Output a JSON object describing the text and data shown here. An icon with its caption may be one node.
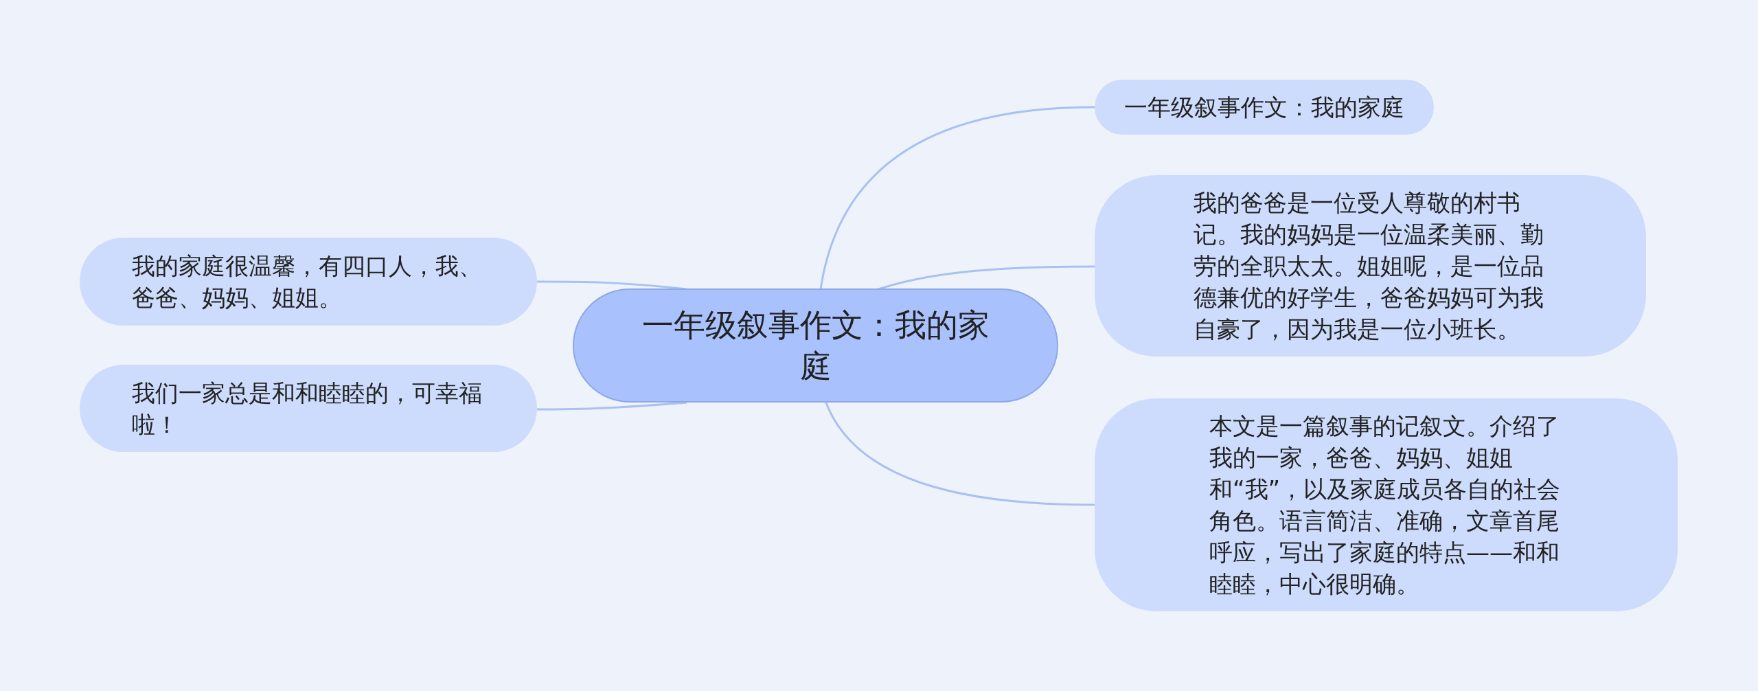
{
  "diagram": {
    "nodes": [
      {
        "text": [
          "一年级叙事作文：我的家庭"
        ]
      },
      {
        "text": [
          "一年级叙事作文：我的家庭"
        ]
      },
      {
        "text": [
          "我的爸爸是一位受人尊敬的村书记。我的妈妈是一位温柔美丽、勤劳的全职太太。姐姐呢，是一位品德兼优的好学生，爸爸妈妈可为我自豪了，因为我是一位小班长。"
        ]
      },
      {
        "text": [
          "本文是一篇叙事的记叙文。介绍了我的一家，爸爸、妈妈、姐姐和“我”，以及家庭成员各自的社会角色。语言简洁、准确，文章首尾呼应，写出了家庭的特点——和和睦睦，中心很明确。"
        ]
      },
      {
        "text": [
          "我的家庭很温馨，有四口人，我、爸爸、妈妈、姐姐。"
        ]
      },
      {
        "text": [
          "我们一家总是和和睦睦的，可幸福啦！"
        ]
      }
    ],
    "edges": [
      {
        "from": 0,
        "to": 1,
        "arrow": "none"
      },
      {
        "from": 0,
        "to": 2,
        "arrow": "none"
      },
      {
        "from": 0,
        "to": 3,
        "arrow": "none"
      },
      {
        "from": 0,
        "to": 4,
        "arrow": "none"
      },
      {
        "from": 0,
        "to": 5,
        "arrow": "none"
      }
    ]
  }
}
